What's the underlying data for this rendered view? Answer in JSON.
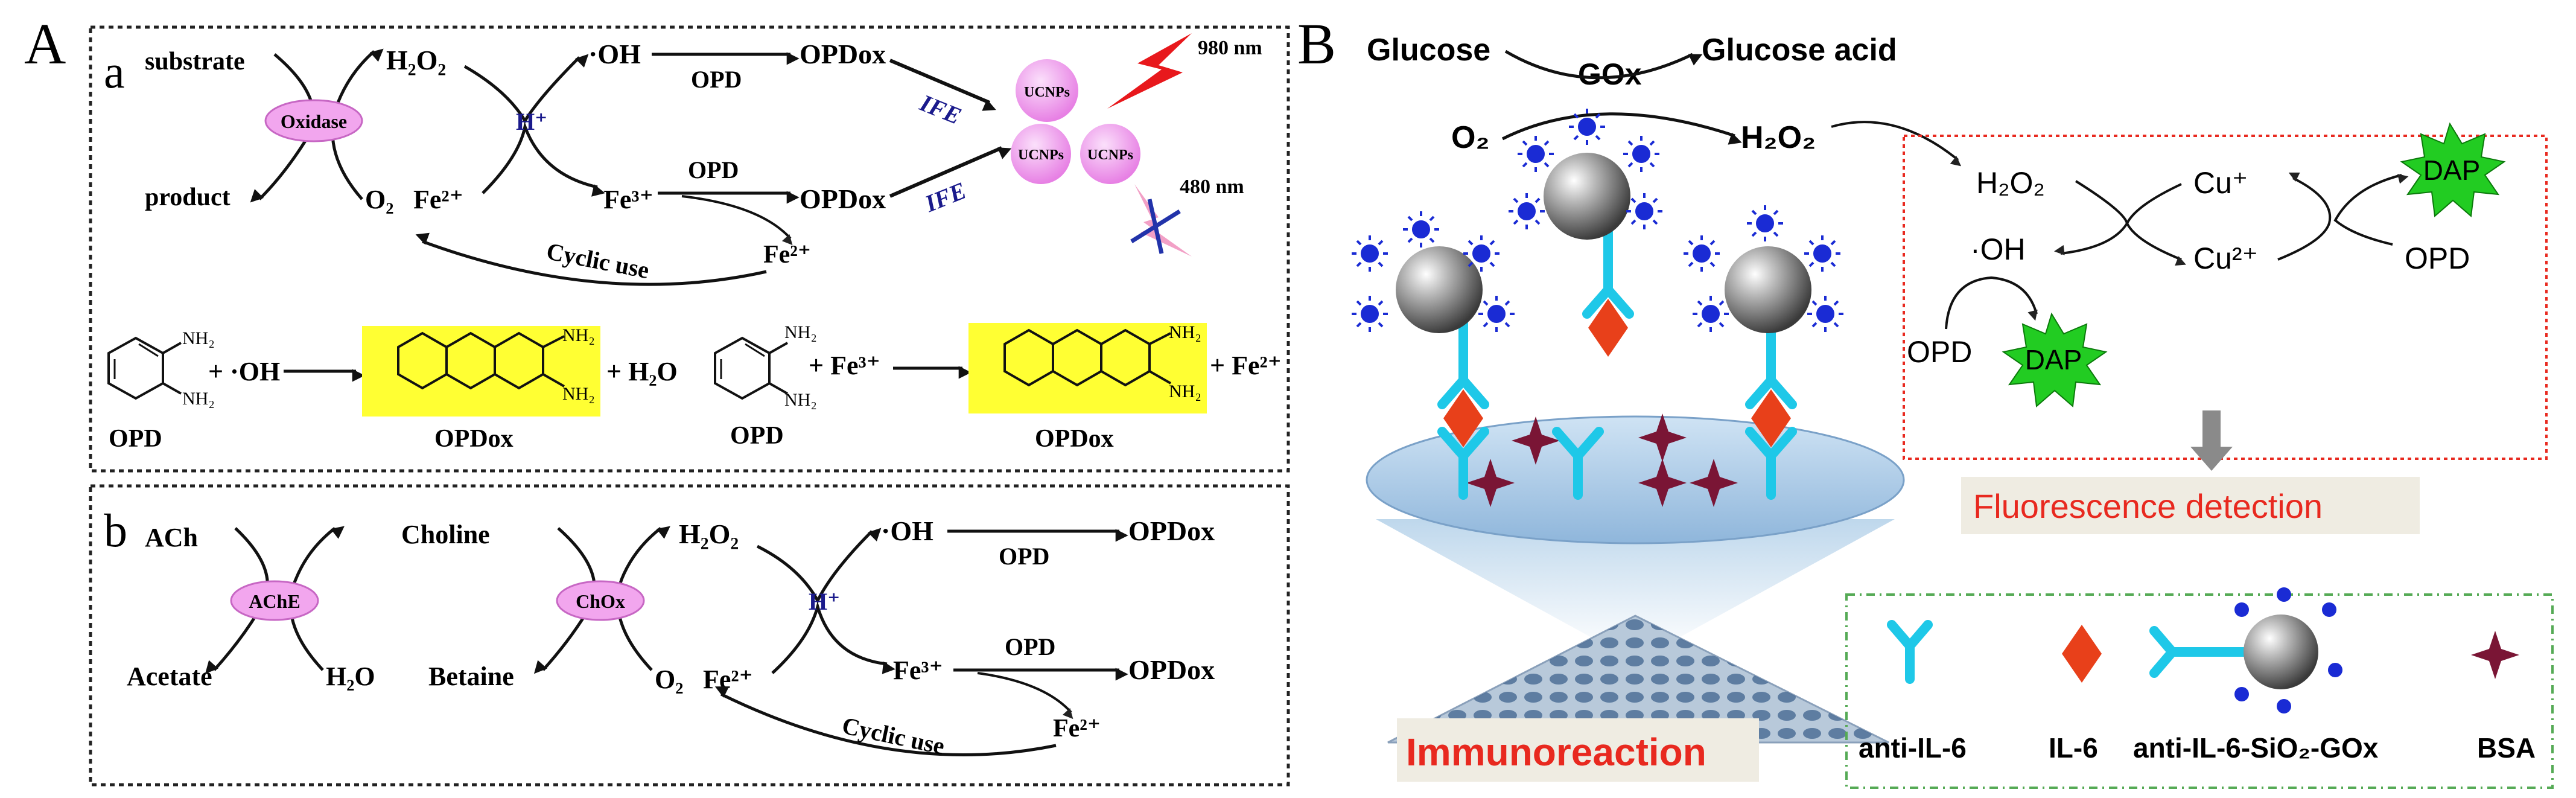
{
  "panel_A": {
    "label": "A",
    "a": {
      "label": "a",
      "substrate": "substrate",
      "product": "product",
      "oxidase": "Oxidase",
      "h2o2": "H₂O₂",
      "o2": "O₂",
      "fe2": "Fe²⁺",
      "fe3": "Fe³⁺",
      "fe2_b": "Fe²⁺",
      "h_plus": "H⁺",
      "oh": "·OH",
      "opd1": "OPD",
      "opd2": "OPD",
      "opdox1": "OPDox",
      "opdox2": "OPDox",
      "ife1": "IFE",
      "ife2": "IFE",
      "ucnps": "UCNPs",
      "nm980": "980 nm",
      "nm480": "480 nm",
      "cyclic": "Cyclic use"
    },
    "structures": {
      "nh2": "NH₂",
      "plus_oh": "+ ·OH",
      "plus_h2o": "+ H₂O",
      "plus_fe3": "+ Fe³⁺",
      "plus_fe2": "+ Fe²⁺",
      "opd_a": "OPD",
      "opdox_a": "OPDox",
      "opd_b": "OPD",
      "opdox_b": "OPDox"
    },
    "b": {
      "label": "b",
      "ach": "ACh",
      "acetate": "Acetate",
      "ache": "AChE",
      "choline": "Choline",
      "h2o": "H₂O",
      "betaine": "Betaine",
      "chox": "ChOx",
      "h2o2": "H₂O₂",
      "o2": "O₂",
      "fe2": "Fe²⁺",
      "fe3": "Fe³⁺",
      "fe2_b": "Fe²⁺",
      "h_plus": "H⁺",
      "oh": "·OH",
      "opd1": "OPD",
      "opd2": "OPD",
      "opdox1": "OPDox",
      "opdox2": "OPDox",
      "cyclic": "Cyclic use"
    }
  },
  "panel_B": {
    "label": "B",
    "glucose": "Glucose",
    "gox": "GOx",
    "glucose_acid": "Glucose acid",
    "o2": "O₂",
    "h2o2": "H₂O₂",
    "cycle": {
      "h2o2": "H₂O₂",
      "cu_plus": "Cu⁺",
      "cu2_plus": "Cu²⁺",
      "oh": "·OH",
      "opd_right": "OPD",
      "opd_left": "OPD",
      "dap_top": "DAP",
      "dap_bottom": "DAP"
    },
    "fluorescence": "Fluorescence detection",
    "immunoreaction": "Immunoreaction",
    "legend": {
      "anti": "anti-IL-6",
      "il6": "IL-6",
      "conj": "anti-IL-6-SiO₂-GOx",
      "bsa": "BSA"
    }
  },
  "colors": {
    "antibody": "#1ec8e8",
    "il6": "#e8401a",
    "bsa": "#7a1535",
    "gox_dot": "#1a2bd4",
    "dap": "#22cc22",
    "fluor_text": "#e8291f",
    "enzyme": "#f2a6ee",
    "highlight": "#ffff33",
    "ife": "#1a1a8c"
  }
}
